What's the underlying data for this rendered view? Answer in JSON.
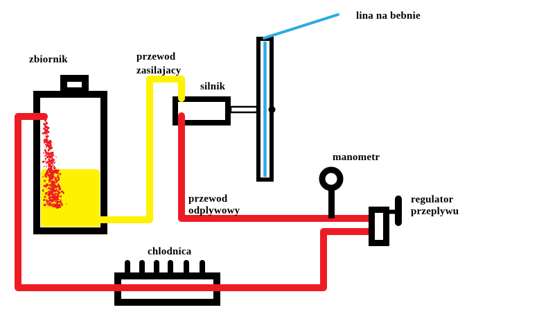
{
  "labels": {
    "tank": "zbiornik",
    "supply_line": "przewod\nzasilajacy",
    "motor": "silnik",
    "rope_on_drum": "lina na bebnie",
    "pressure_gauge": "manometr",
    "flow_regulator": "regulator\nprzeplywu",
    "drain_line": "przewod\nodplywowy",
    "cooler": "chlodnica"
  },
  "colors": {
    "red": "#ed1c24",
    "yellow": "#fff200",
    "blue": "#2aabe2",
    "black": "#000000",
    "background": "#ffffff"
  }
}
